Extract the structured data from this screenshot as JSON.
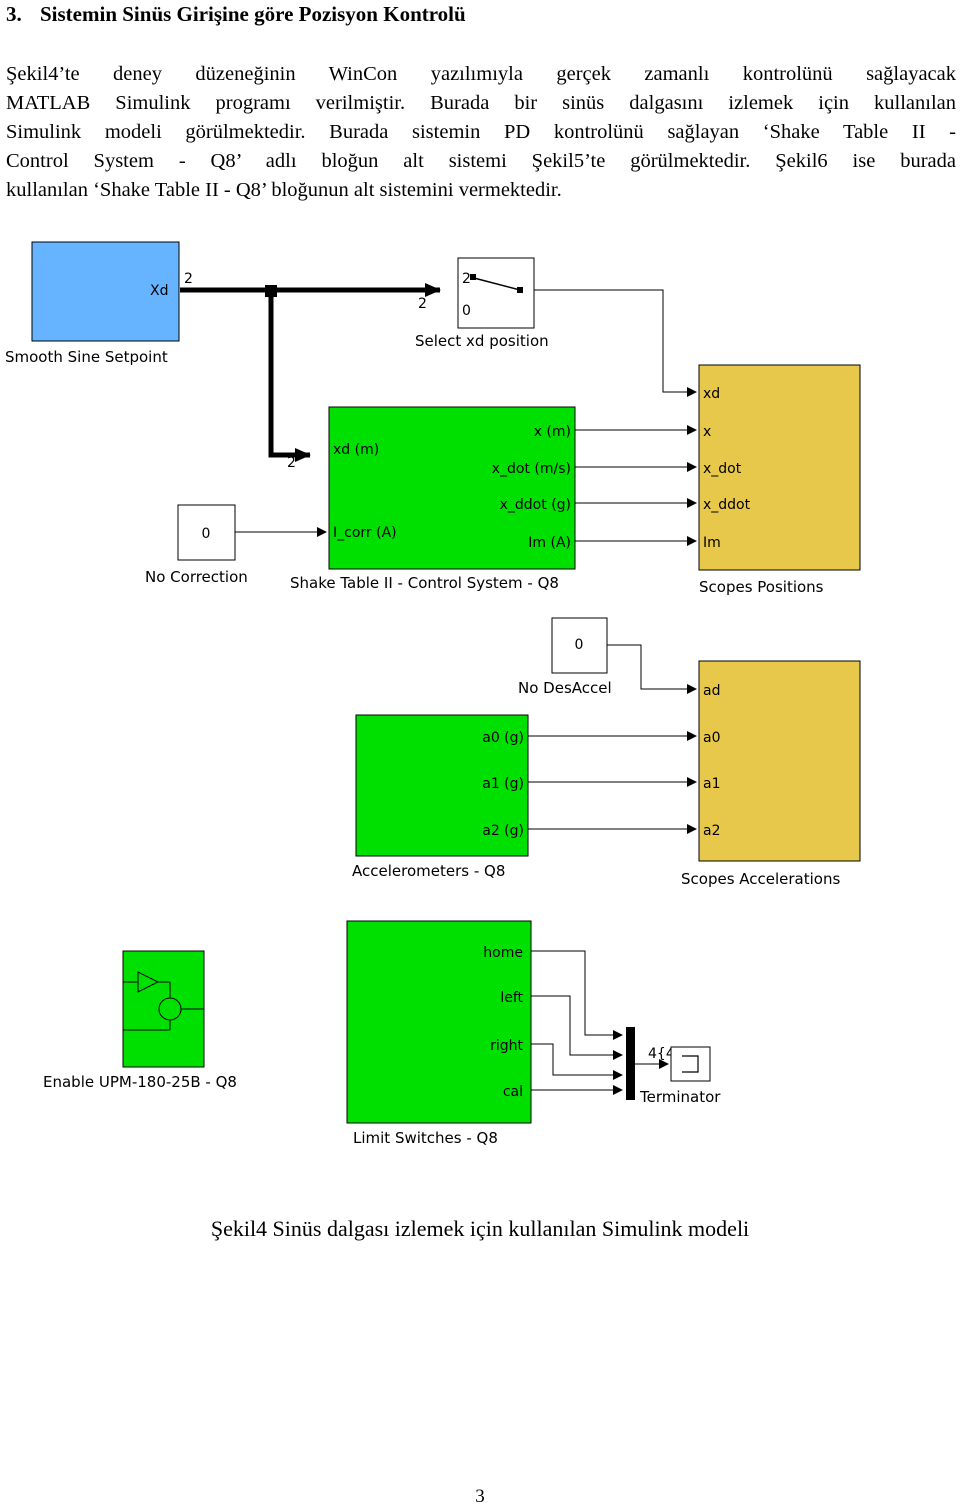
{
  "heading": {
    "number": "3.",
    "title": "Sistemin Sinüs Girişine göre Pozisyon Kontrolü"
  },
  "paragraph_lines": [
    "Şekil4’te deney düzeneğinin WinCon yazılımıyla gerçek zamanlı kontrolünü sağlayacak",
    "MATLAB Simulink programı verilmiştir. Burada bir sinüs dalgasını izlemek için kullanılan",
    "Simulink modeli görülmektedir. Burada sistemin PD kontrolünü sağlayan ‘Shake Table II -",
    "Control System - Q8’ adlı bloğun alt sistemi Şekil5’te görülmektedir. Şekil6 ise burada",
    "kullanılan ‘Shake Table II - Q8’ bloğunun alt sistemini vermektedir."
  ],
  "diagram": {
    "colors": {
      "source": "#66b3ff",
      "subsystem": "#00e000",
      "scope": "#e8c84a",
      "line": "#000000"
    },
    "smooth_sine": {
      "name": "Smooth Sine Setpoint",
      "port": "Xd",
      "width_label": "2"
    },
    "switch": {
      "name": "Select xd position",
      "in_a": "2",
      "in_b": "0",
      "width_label": "2"
    },
    "control": {
      "name": "Shake Table II - Control System - Q8",
      "inputs": [
        "xd (m)",
        "I_corr (A)"
      ],
      "outputs": [
        "x (m)",
        "x_dot (m/s)",
        "x_ddot (g)",
        "Im (A)"
      ],
      "width_label": "2"
    },
    "no_correction": {
      "name": "No Correction",
      "value": "0"
    },
    "scopes_positions": {
      "name": "Scopes Positions",
      "inputs": [
        "xd",
        "x",
        "x_dot",
        "x_ddot",
        "Im"
      ]
    },
    "no_desaccel": {
      "name": "No DesAccel",
      "value": "0"
    },
    "accelerometers": {
      "name": "Accelerometers - Q8",
      "outputs": [
        "a0 (g)",
        "a1 (g)",
        "a2 (g)"
      ]
    },
    "scopes_accelerations": {
      "name": "Scopes Accelerations",
      "inputs": [
        "ad",
        "a0",
        "a1",
        "a2"
      ]
    },
    "enable_upm": {
      "name": "Enable UPM-180-25B - Q8"
    },
    "limit_switches": {
      "name": "Limit Switches - Q8",
      "outputs": [
        "home",
        "left",
        "right",
        "cal"
      ]
    },
    "mux": {
      "width_label": "4{4}"
    },
    "terminator": {
      "name": "Terminator"
    }
  },
  "caption": "Şekil4 Sinüs dalgası izlemek için kullanılan Simulink modeli",
  "page_number": "3"
}
